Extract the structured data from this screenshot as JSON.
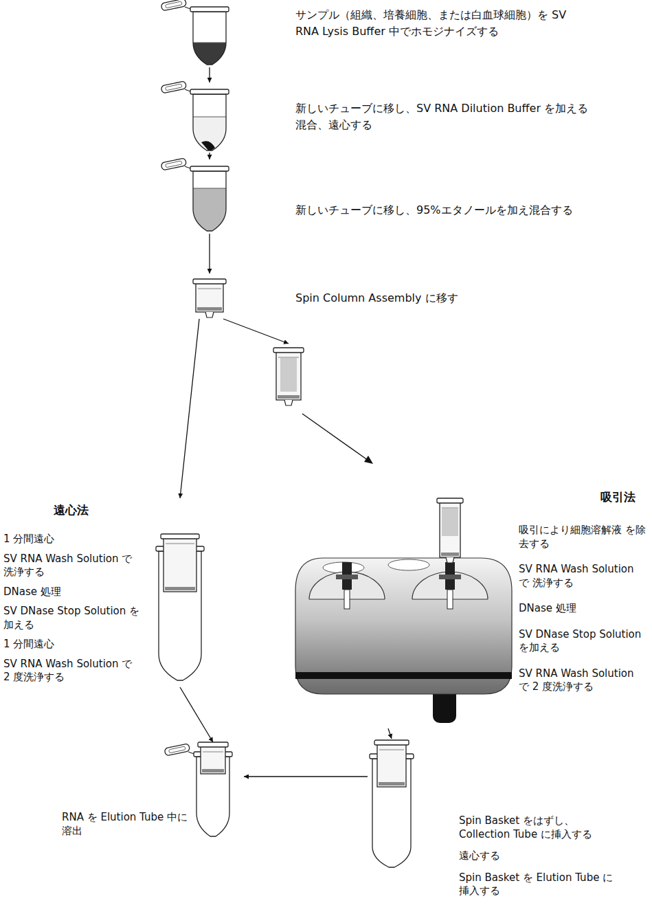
{
  "diagram": {
    "nodes": [
      {
        "text": [
          "サンプル（組織、培養細胞、または白血球細胞）を SV RNA Lysis Buffer 中でホモジナイズする"
        ]
      },
      {
        "text": [
          "新しいチューブに移し、SV RNA Dilution Buffer を加える 混合、遠心する"
        ]
      },
      {
        "text": [
          "新しいチューブに移し、95%エタノールを加え混合する"
        ]
      },
      {
        "text": [
          "Spin Column Assembly に移す"
        ]
      },
      {
        "text": [
          "遠心法",
          "1 分間遠心",
          "SV RNA Wash Solution で洗浄する",
          "DNase 処理",
          "SV DNase Stop Solution を加える",
          "1 分間遠心",
          "SV RNA Wash Solution で 2 度洗浄する"
        ]
      },
      {
        "text": [
          "吸引法",
          "吸引により細胞溶解液 を除去する",
          "SV RNA Wash Solution で 洗浄する",
          "DNase 処理",
          "SV DNase Stop Solution を加える",
          "SV RNA Wash Solution で 2 度洗浄する"
        ]
      },
      {
        "text": [
          "Spin Basket をはずし、 Collection Tube に挿入する",
          "遠心する",
          "Spin Basket を Elution Tube に 挿入する"
        ]
      },
      {
        "text": [
          "RNA を Elution Tube 中に溶出"
        ]
      }
    ],
    "edges": [
      {
        "from": 0,
        "to": 1,
        "arrow": "to"
      },
      {
        "from": 1,
        "to": 2,
        "arrow": "to"
      },
      {
        "from": 2,
        "to": 3,
        "arrow": "to"
      },
      {
        "from": 3,
        "to": 4,
        "arrow": "to"
      },
      {
        "from": 3,
        "to": 5,
        "arrow": "to"
      },
      {
        "from": 5,
        "to": 6,
        "arrow": "to"
      },
      {
        "from": 6,
        "to": 7,
        "arrow": "to"
      },
      {
        "from": 4,
        "to": 7,
        "arrow": "to"
      }
    ]
  }
}
